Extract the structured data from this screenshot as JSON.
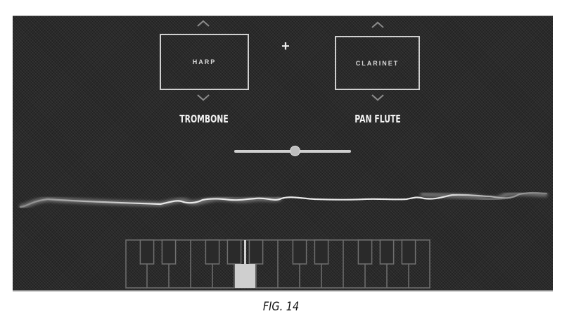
{
  "mixer": {
    "left_instrument": {
      "current": "HARP",
      "alternate": "TROMBONE"
    },
    "combine_symbol": "+",
    "right_instrument": {
      "current": "CLARINET",
      "alternate": "PAN FLUTE"
    },
    "blend_slider": {
      "value_percent": 52
    }
  },
  "keyboard": {
    "white_key_count": 14,
    "pressed_key_index": 5,
    "accent_color": "#cfcfcf"
  },
  "caption": "FIG. 14",
  "colors": {
    "panel_background": "#2a2a2a",
    "foreground": "#d8d8d8",
    "waveform": "#e6e6e6"
  }
}
